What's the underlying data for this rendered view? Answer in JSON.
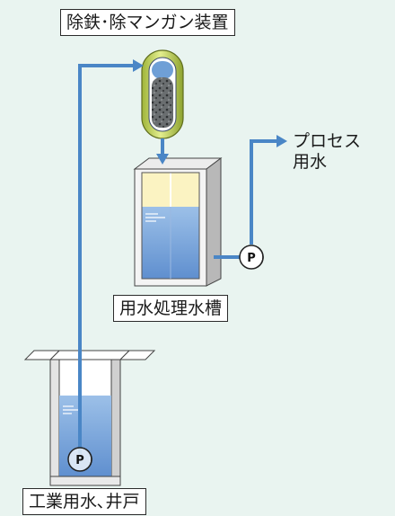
{
  "labels": {
    "removal_unit": "除鉄･除マンガン装置",
    "treatment_tank": "用水処理水槽",
    "source": "工業用水､井戸",
    "process_water_line1": "プロセス",
    "process_water_line2": "用水"
  },
  "pump_symbol": "P",
  "icons": {
    "flow_arrow": "arrow-icon",
    "pump": "pump-icon"
  },
  "colors": {
    "background": "#e9f4f0",
    "pipe": "#4a86c6",
    "water": "#7fa8db",
    "filter_vessel": "#c8d95a"
  }
}
